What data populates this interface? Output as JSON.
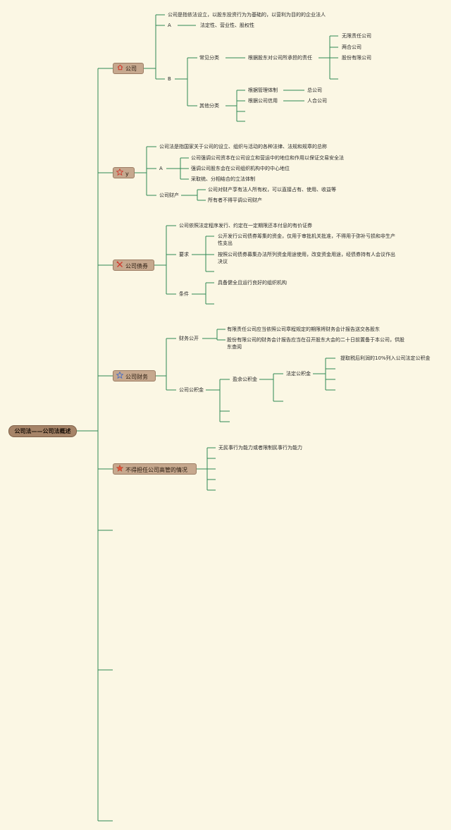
{
  "root": "公司法——公司法概述",
  "branches": {
    "company": {
      "label": "公司",
      "icon": "home-icon",
      "definition": "公司是指依法设立，以股东投资行为为基础的，以营利为目的的企业法人",
      "a_label": "A",
      "a_text": "法定性、营业性、股权性",
      "b_label": "B",
      "common": "常见分类",
      "common_basis": "根据股东对公司所承担的责任",
      "types": [
        "无限责任公司",
        "两合公司",
        "股份有限公司"
      ],
      "other": "其他分类",
      "basis_mgmt": "根据管理体制",
      "mgmt_result": "总公司",
      "basis_credit": "根据公司信用",
      "credit_result": "人合公司"
    },
    "law": {
      "label": "y",
      "icon": "star-outline-icon",
      "definition": "公司法是指国家关于公司的设立、组织与活动的各种法律、法规和规章的总称",
      "a_label": "A",
      "a_items": [
        "公司强调公司资本在公司设立和营运中的地位和作用以保证交易安全法",
        "强调公司股东会在公司组织机构中的中心地位",
        "采取统、分相结合的立法体制"
      ],
      "property": "公司财产",
      "property_items": [
        "公司对财产享有法人所有权，可以直接占有、使用、收益等",
        "所有者不得平调公司财产"
      ]
    },
    "bonds": {
      "label": "公司债券",
      "icon": "tools-icon",
      "definition": "公司依照法定程序发行、约定在一定期限还本付息的有价证券",
      "req": "要求",
      "req_items": [
        "公开发行公司债券筹集的资金，仅用于审批机关批准，不得用于弥补亏损和非生产性支出",
        "按照公司债券募集办法所列资金用途使用，改变资金用途，经债券持有人会议作出决议"
      ],
      "cond": "条件",
      "cond_items": [
        "具备健全且运行良好的组织机构"
      ]
    },
    "finance": {
      "label": "公司财务",
      "icon": "star-outline-icon",
      "disclosure": "财务公开",
      "disclosure_items": [
        "有限责任公司应当依照公司章程规定的期限将财务会计报告送交各股东",
        "股份有限公司的财务会计报告应当在召开股东大会的二十日前置备于本公司，供股东查阅"
      ],
      "reserve": "公司公积金",
      "surplus": "盈余公积金",
      "statutory": "法定公积金",
      "statutory_items": [
        "提取税后利润的10%列入公司法定公积金"
      ]
    },
    "exec": {
      "label": "不得担任公司高管的情况",
      "icon": "star-filled-icon",
      "items": [
        "无民事行为能力或者限制民事行为能力"
      ]
    }
  },
  "colors": {
    "line": "#2f8a55",
    "pill": "#c6a88e",
    "root": "#a68468",
    "background": "#fbf7e4"
  }
}
